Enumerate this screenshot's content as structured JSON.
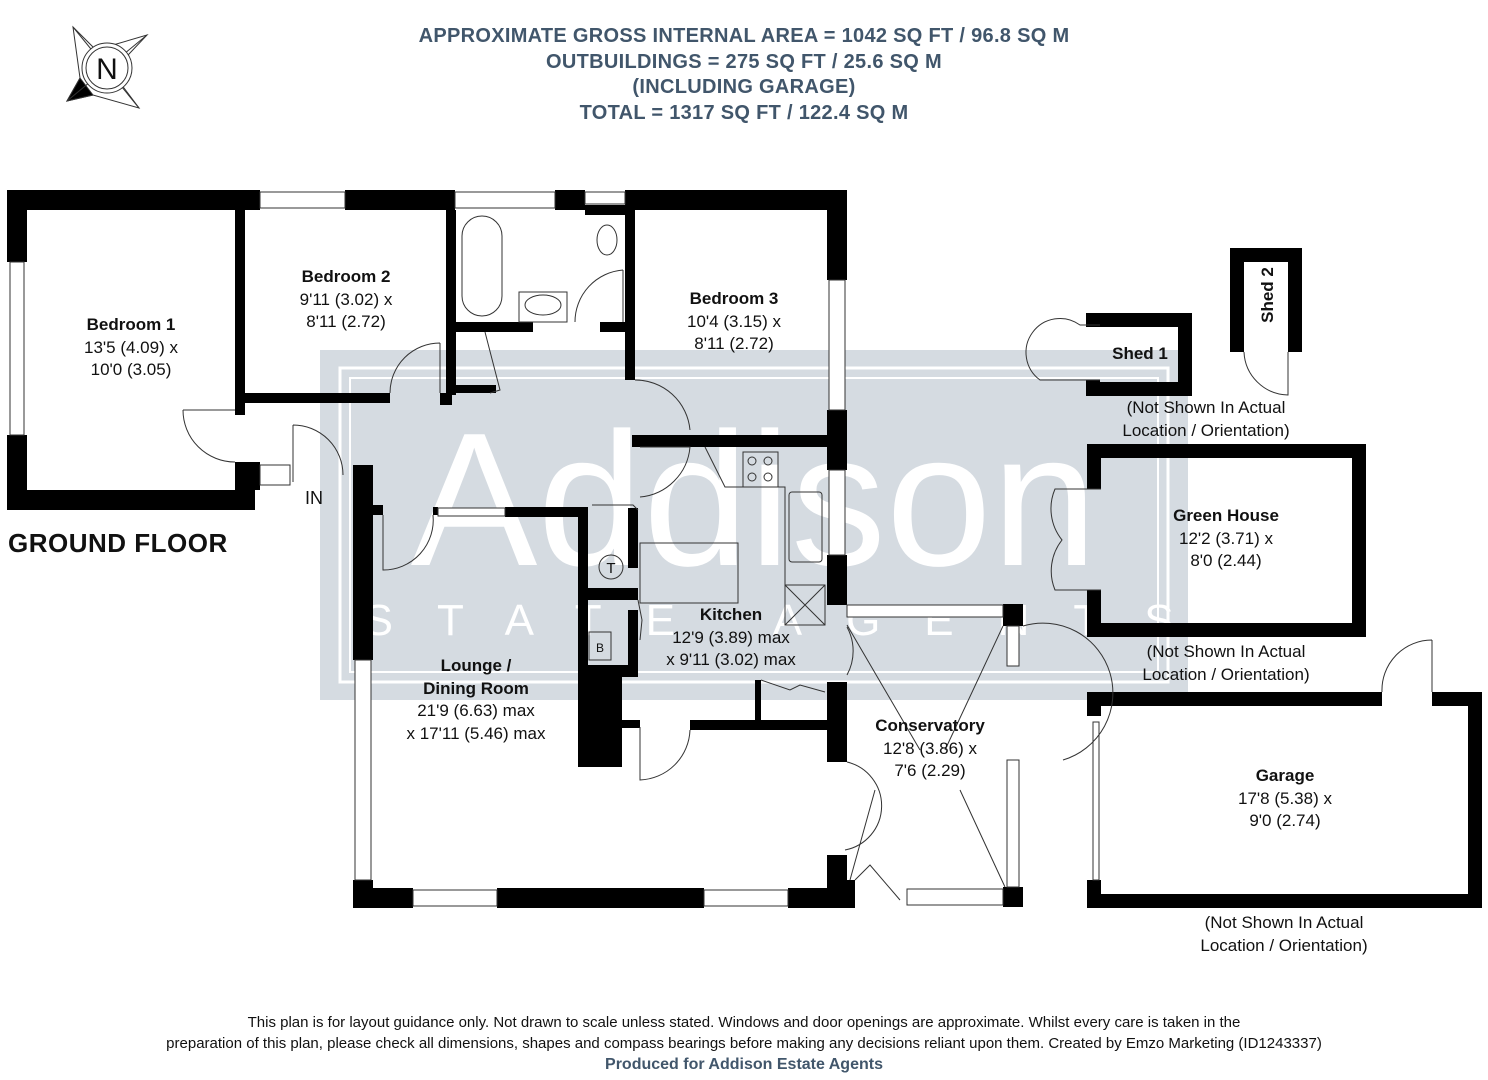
{
  "header": {
    "line1": "APPROXIMATE GROSS INTERNAL AREA = 1042 SQ FT / 96.8 SQ M",
    "line2": "OUTBUILDINGS = 275 SQ FT / 25.6 SQ M",
    "line3": "(INCLUDING GARAGE)",
    "line4": "TOTAL = 1317 SQ FT / 122.4 SQ M"
  },
  "compass": {
    "label": "N"
  },
  "floor_label": "GROUND FLOOR",
  "entrance_label": "IN",
  "watermark": {
    "brand": "Addison",
    "sub": "ESTATE AGENTS",
    "color": "#d5dbe1"
  },
  "rooms": [
    {
      "name": "Bedroom 1",
      "dim1": "13'5 (4.09) x",
      "dim2": "10'0 (3.05)"
    },
    {
      "name": "Bedroom 2",
      "dim1": "9'11 (3.02) x",
      "dim2": "8'11 (2.72)"
    },
    {
      "name": "Bedroom 3",
      "dim1": "10'4 (3.15) x",
      "dim2": "8'11 (2.72)"
    },
    {
      "name": "Kitchen",
      "dim1": "12'9 (3.89) max",
      "dim2": "x 9'11 (3.02) max"
    },
    {
      "name": "Lounge /",
      "name2": "Dining Room",
      "dim1": "21'9 (6.63) max",
      "dim2": "x 17'11 (5.46) max"
    },
    {
      "name": "Conservatory",
      "dim1": "12'8 (3.86) x",
      "dim2": "7'6 (2.29)"
    }
  ],
  "fixtures": {
    "tank": "T",
    "boiler": "B"
  },
  "outbuildings": [
    {
      "name": "Shed 1"
    },
    {
      "name": "Shed 2"
    },
    {
      "name": "Green House",
      "dim1": "12'2 (3.71) x",
      "dim2": "8'0 (2.44)"
    },
    {
      "name": "Garage",
      "dim1": "17'8 (5.38) x",
      "dim2": "9'0 (2.74)"
    }
  ],
  "notes": {
    "not_shown_1": "(Not Shown In Actual",
    "not_shown_2": "Location / Orientation)"
  },
  "footer": {
    "line1": "This plan is for layout guidance only. Not drawn to scale unless stated. Windows and door openings are approximate. Whilst every care is taken in the",
    "line2": "preparation of this plan, please check all dimensions, shapes and compass bearings before making any decisions reliant upon them. Created by Emzo Marketing (ID1243337)",
    "produced": "Produced for Addison Estate Agents"
  }
}
